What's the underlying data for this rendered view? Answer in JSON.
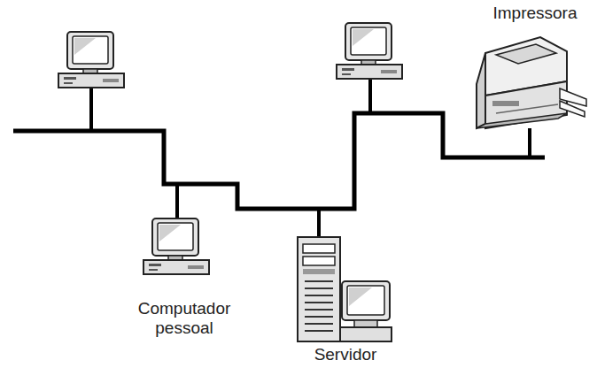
{
  "diagram": {
    "labels": [
      "Impressora",
      "Computador pessoal",
      "Servidor"
    ]
  }
}
